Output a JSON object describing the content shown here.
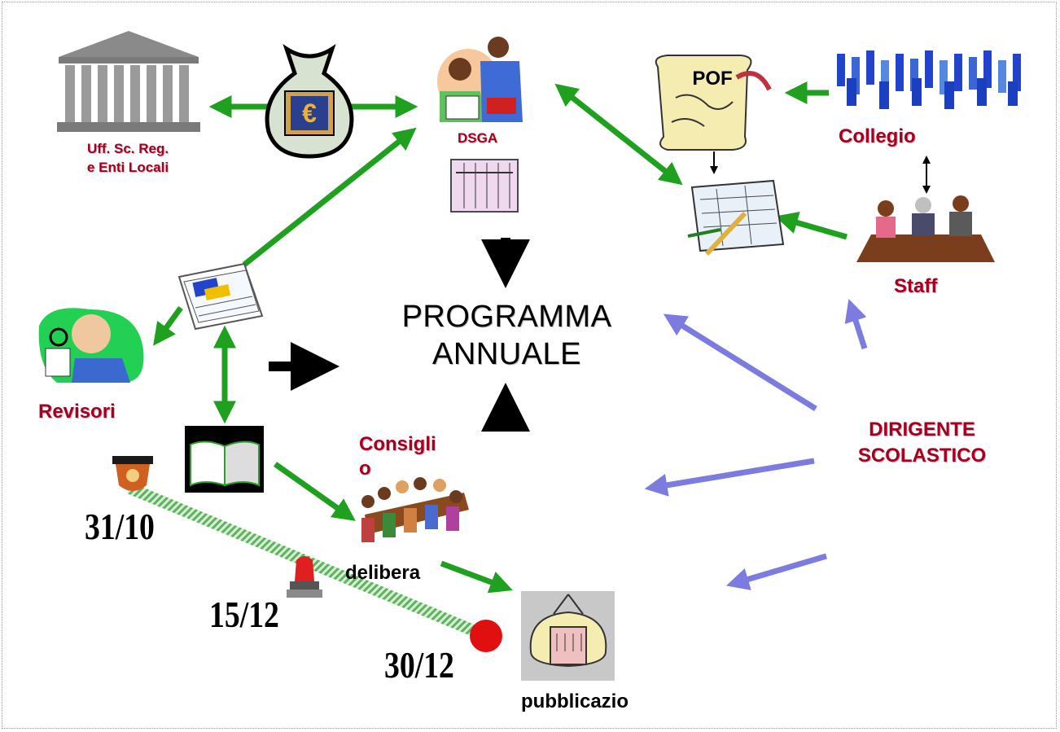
{
  "center_title": {
    "line1": "PROGRAMMA",
    "line2": "ANNUALE"
  },
  "labels": {
    "uff_line1": "Uff. Sc. Reg.",
    "uff_line2": "e Enti  Locali",
    "dsga": "DSGA",
    "pof": "POF",
    "collegio": "Collegio",
    "staff": "Staff",
    "revisori": "Revisori",
    "consiglio_line1": "Consigli",
    "consiglio_line2": "o",
    "delibera": "delibera",
    "pubblicazione": "pubblicazio",
    "dirigente_line1": "DIRIGENTE",
    "dirigente_line2": "SCOLASTICO",
    "euro_symbol": "€"
  },
  "timeline": {
    "date1": "31/10",
    "date2": "15/12",
    "date3": "30/12"
  },
  "colors": {
    "green_arrow": "#1fa01f",
    "blue_arrow": "#7b7be0",
    "maroon": "#a50021"
  },
  "icons": [
    "building-icon",
    "money-bag-icon",
    "dsga-people-icon",
    "abacus-icon",
    "pof-scroll-icon",
    "crowd-icon",
    "plan-document-icon",
    "staff-meeting-icon",
    "documents-icon",
    "inspector-icon",
    "open-book-icon",
    "council-table-icon",
    "bulletin-board-icon",
    "alarm-light-icon",
    "siren-icon",
    "red-dot-icon"
  ]
}
